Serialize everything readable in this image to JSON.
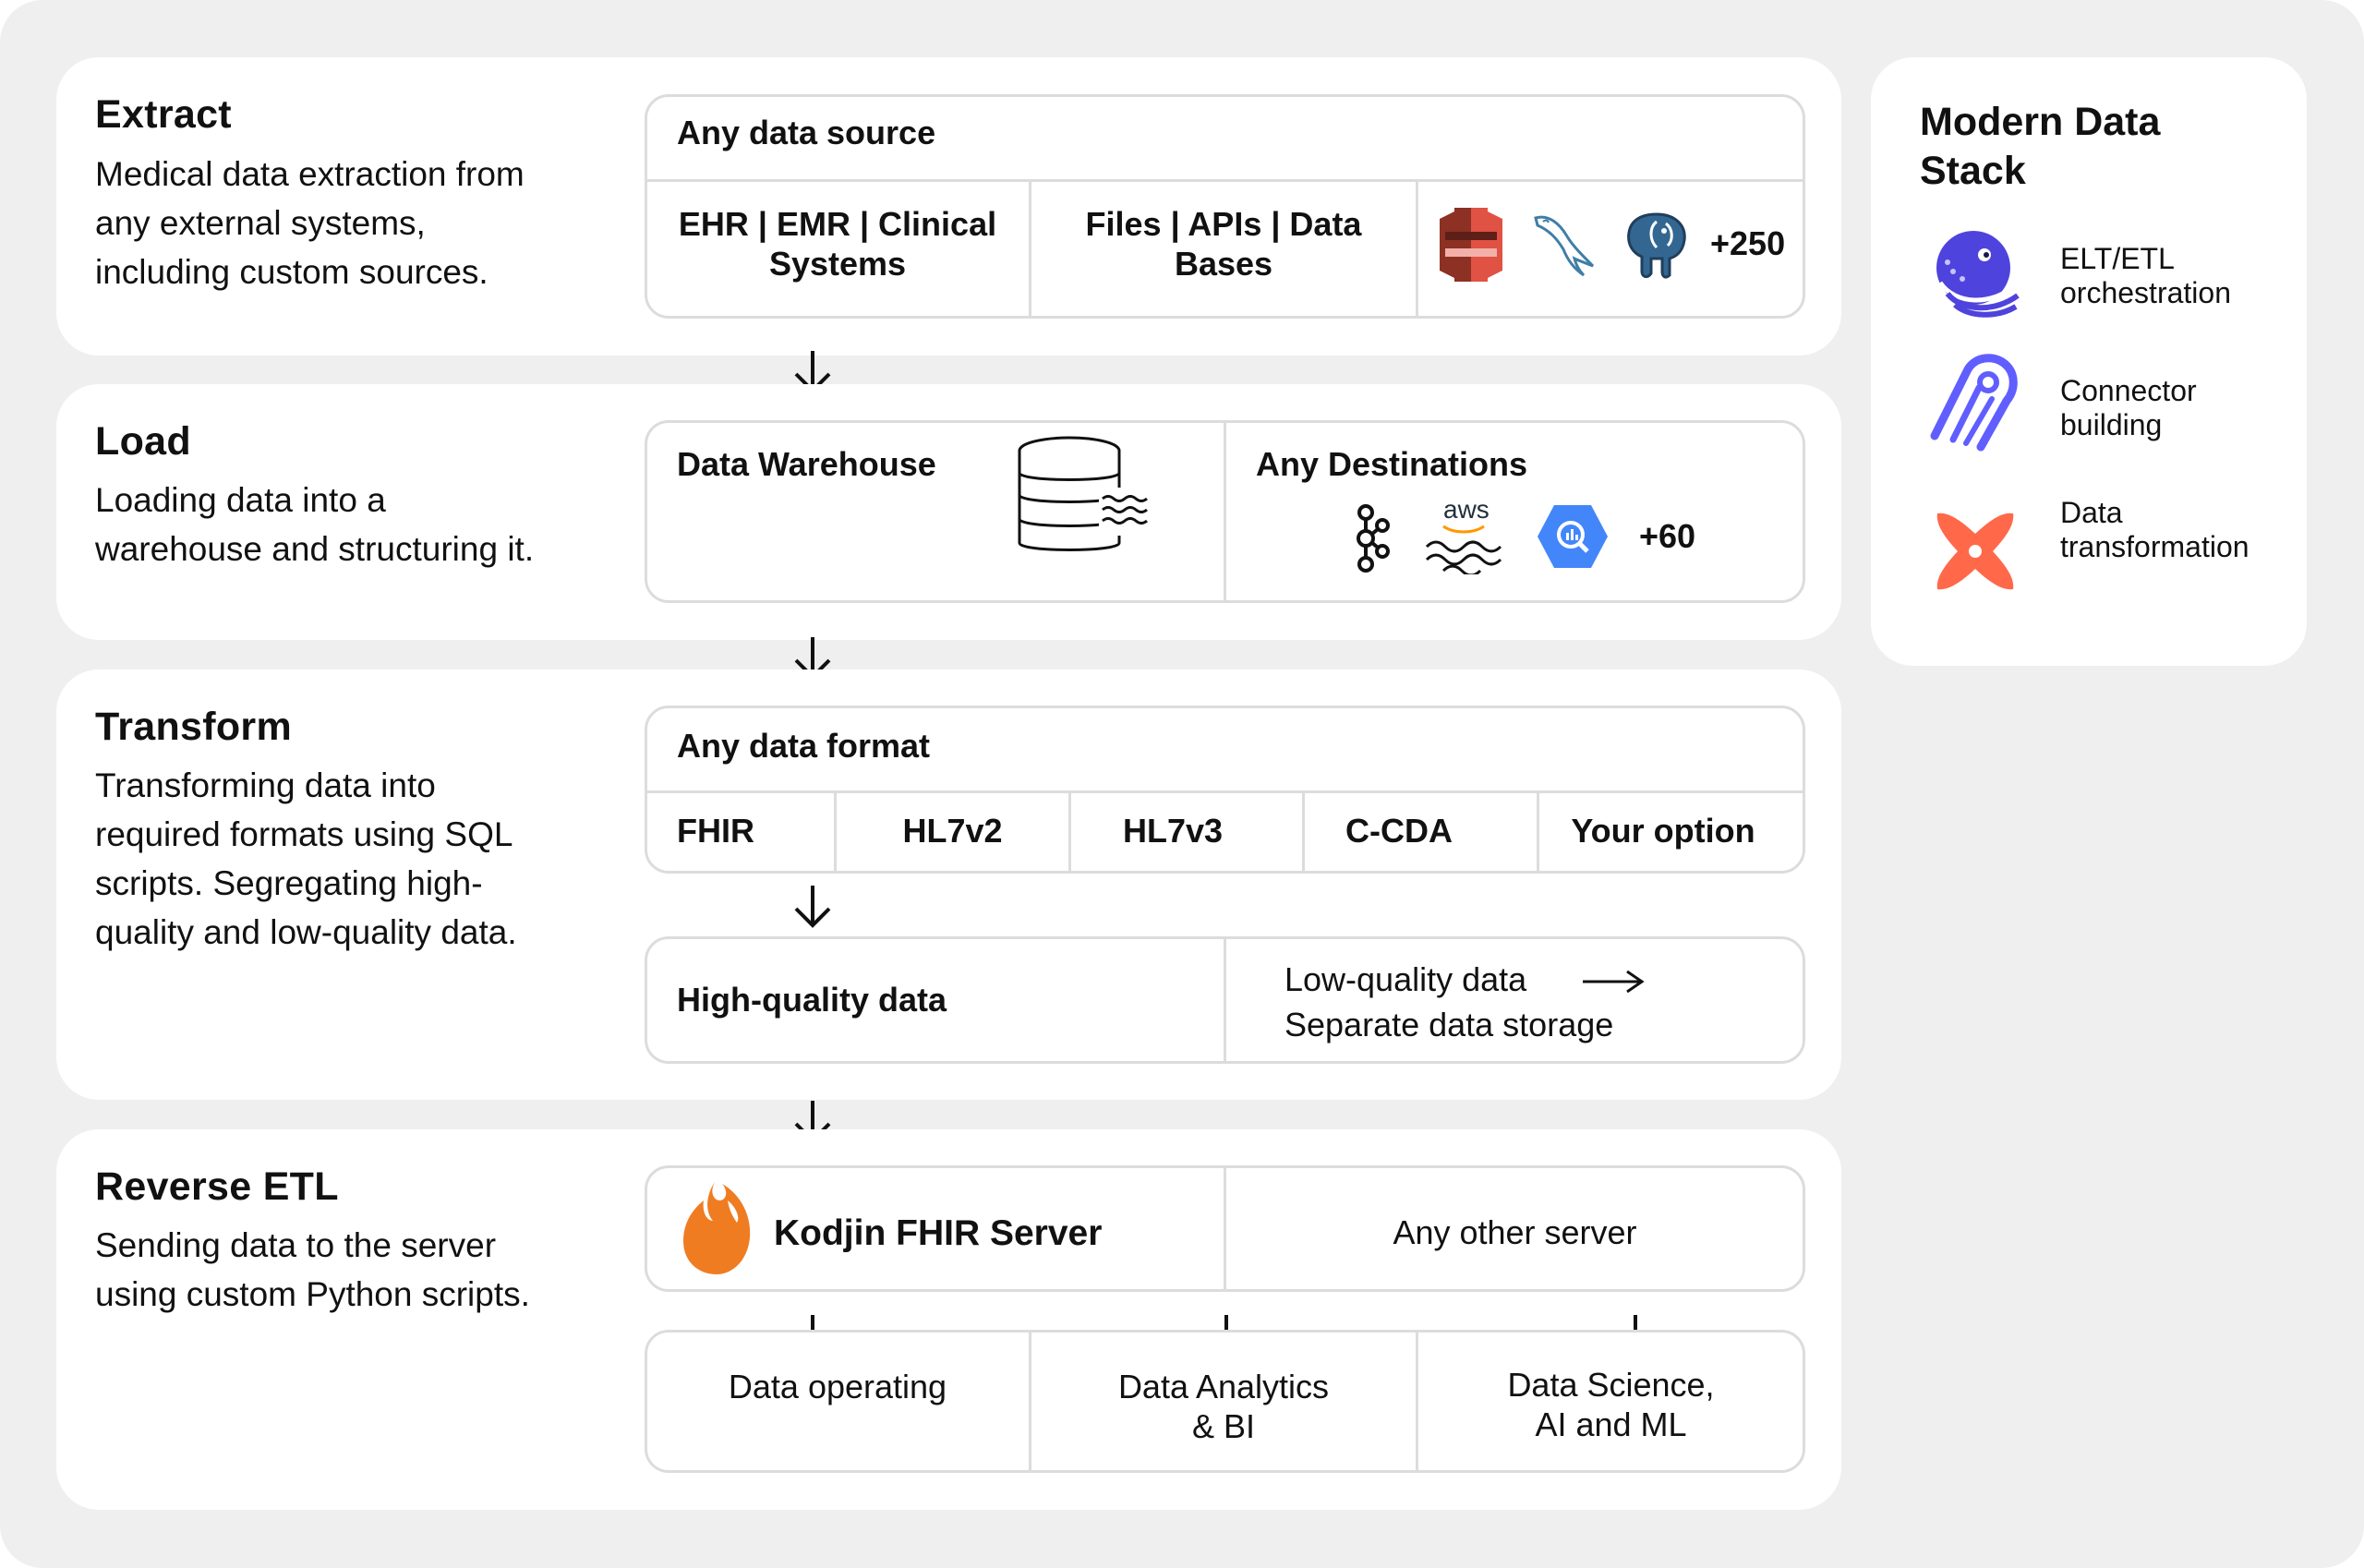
{
  "extract": {
    "title": "Extract",
    "desc": [
      "Medical data extraction from",
      "any external systems,",
      "including custom sources."
    ],
    "header": "Any data source",
    "col1": [
      "EHR | EMR | Clinical",
      "Systems"
    ],
    "col2": [
      "Files | APIs | Data",
      "Bases"
    ],
    "count": "+250",
    "icons": [
      "aws-s3-icon",
      "mysql-dolphin-icon",
      "postgresql-elephant-icon"
    ]
  },
  "load": {
    "title": "Load",
    "desc": [
      "Loading data into a",
      "warehouse and structuring it."
    ],
    "warehouse": "Data Warehouse",
    "destinations": "Any Destinations",
    "count": "+60",
    "aws_label": "aws",
    "icons": [
      "database-icon",
      "kafka-icon",
      "aws-icon",
      "bigquery-icon"
    ]
  },
  "transform": {
    "title": "Transform",
    "desc": [
      "Transforming data into",
      "required formats using SQL",
      "scripts. Segregating high-",
      "quality and  low-quality data."
    ],
    "header": "Any data format",
    "formats": [
      "FHIR",
      "HL7v2",
      "HL7v3",
      "C-CDA",
      "Your option"
    ],
    "high": "High-quality data",
    "low1": "Low-quality data",
    "low2": "Separate data storage"
  },
  "reverse": {
    "title": "Reverse ETL",
    "desc": [
      "Sending data to the server",
      "using custom Python scripts."
    ],
    "kodjin": "Kodjin FHIR Server",
    "other": "Any other server",
    "out1": [
      "Data operating"
    ],
    "out2": [
      "Data Analytics",
      "& BI"
    ],
    "out3": [
      "Data Science,",
      "AI and ML"
    ]
  },
  "stack": {
    "title": [
      "Modern Data",
      "Stack"
    ],
    "items": [
      {
        "label": [
          "ELT/ETL",
          "orchestration"
        ],
        "icon": "dagster-octopus-icon"
      },
      {
        "label": [
          "Connector",
          "building"
        ],
        "icon": "airbyte-icon"
      },
      {
        "label": [
          "Data",
          "transformation"
        ],
        "icon": "dbt-icon"
      }
    ]
  },
  "colors": {
    "background": "#efefef",
    "panel": "#ffffff",
    "border": "#dcdcdc",
    "dagster": "#4f43dd",
    "airbyte": "#615eff",
    "dbt": "#ff694a",
    "kodjin": "#f07c22"
  }
}
